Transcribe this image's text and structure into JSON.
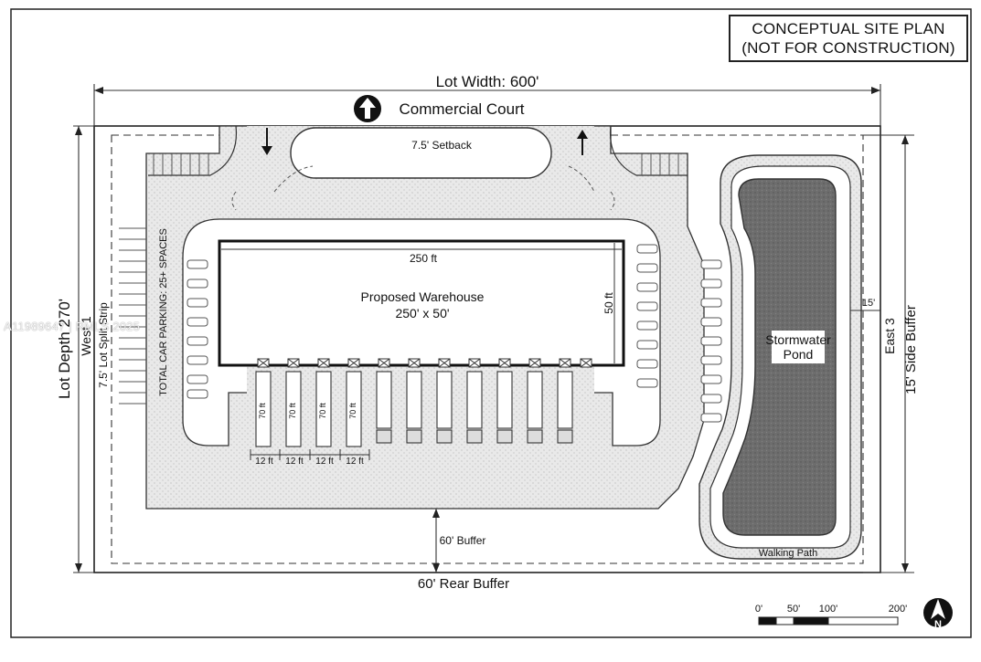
{
  "title": {
    "line1": "CONCEPTUAL SITE PLAN",
    "line2": "(NOT FOR CONSTRUCTION)"
  },
  "dimensions": {
    "lot_width": "Lot Width: 600'",
    "lot_depth": "Lot Depth 270'",
    "west": "West 1",
    "east": "East 3",
    "west_strip": "7.5' Lot Split Strip",
    "side_buffer": "15' Side Buffer",
    "rear_buffer": "60' Rear Buffer",
    "buffer_60": "60' Buffer",
    "setback": "7.5' Setback",
    "east_15": "15'"
  },
  "street": {
    "name": "Commercial Court"
  },
  "warehouse": {
    "name": "Proposed Warehouse",
    "size": "250' x 50'",
    "width_label": "250 ft",
    "depth_label": "50 ft"
  },
  "parking": {
    "total_label": "TOTAL CAR PARKING: 25+ SPACES"
  },
  "truck_bays": {
    "length_labels": [
      "70 ft",
      "70 ft",
      "70 ft",
      "70 ft"
    ],
    "width_labels": [
      "12 ft",
      "12 ft",
      "12 ft",
      "12 ft"
    ]
  },
  "pond": {
    "line1": "Stormwater",
    "line2": "Pond",
    "path": "Walking Path"
  },
  "scale": {
    "labels": [
      "0'",
      "50'",
      "100'",
      "200'"
    ]
  },
  "north": {
    "letter": "N"
  },
  "watermark": "A11989647 | RMLS 2025"
}
